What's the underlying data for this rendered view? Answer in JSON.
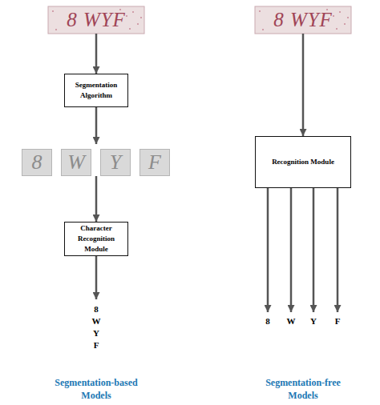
{
  "diagram": {
    "nodes": [
      {
        "text": [
          "8 WYF"
        ]
      },
      {
        "text": [
          "Segmentation Algorithm"
        ]
      },
      {
        "text": [
          "8",
          "W",
          "Y",
          "F"
        ]
      },
      {
        "text": [
          "Character Recognition Module"
        ]
      },
      {
        "text": [
          "8 WYF"
        ]
      },
      {
        "text": [
          "Recognition Module"
        ]
      }
    ],
    "edges": [
      {
        "from": 0,
        "to": 1,
        "arrow": "to"
      },
      {
        "from": 1,
        "to": 2,
        "arrow": "to"
      },
      {
        "from": 2,
        "to": 3,
        "arrow": "to"
      },
      {
        "from": 4,
        "to": 5,
        "arrow": "to"
      }
    ],
    "labels": [
      "8",
      "W",
      "Y",
      "F",
      "8",
      "W",
      "Y",
      "F",
      "Segmentation-based Models",
      "Segmentation-free Models"
    ]
  }
}
